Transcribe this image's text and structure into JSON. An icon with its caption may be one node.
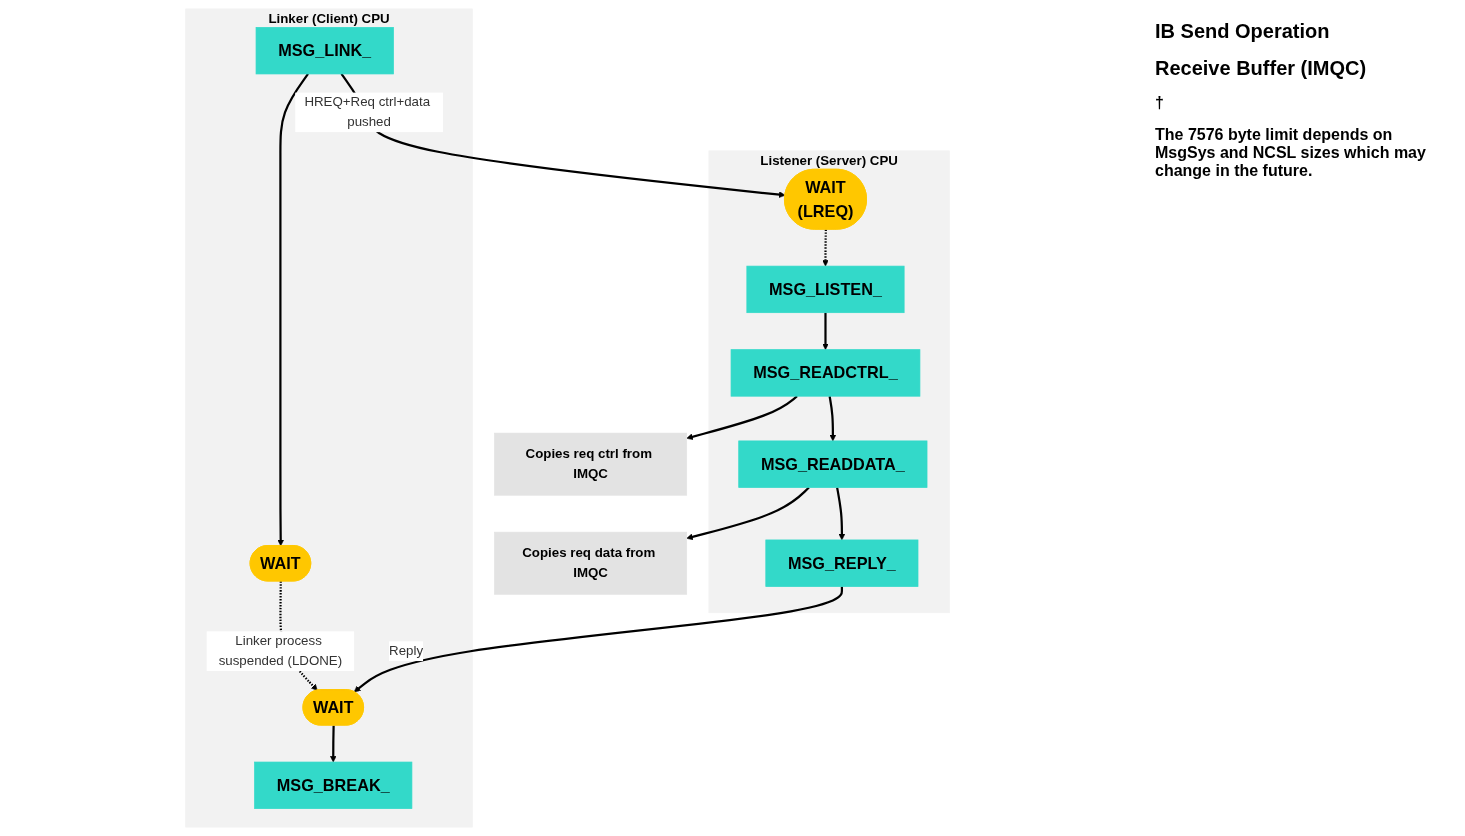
{
  "diagram": {
    "nodes": [
      {
        "text": [
          "Linker (Client) CPU"
        ]
      },
      {
        "text": [
          "MSG_LINK_"
        ],
        "in": 0
      },
      {
        "text": [
          "WAIT"
        ],
        "in": 0
      },
      {
        "text": [
          "WAIT"
        ],
        "in": 0
      },
      {
        "text": [
          "MSG_BREAK_"
        ],
        "in": 0
      },
      {
        "text": [
          "Listener (Server) CPU"
        ]
      },
      {
        "text": [
          "WAIT",
          "(LREQ)"
        ],
        "in": 5
      },
      {
        "text": [
          "MSG_LISTEN_"
        ],
        "in": 5
      },
      {
        "text": [
          "MSG_READCTRL_"
        ],
        "in": 5
      },
      {
        "text": [
          "MSG_READDATA_"
        ],
        "in": 5
      },
      {
        "text": [
          "MSG_REPLY_"
        ],
        "in": 5
      },
      {
        "text": [
          "Copies req ctrl from IMQC"
        ]
      },
      {
        "text": [
          "Copies req data from IMQC"
        ]
      }
    ],
    "edges": [
      {
        "from": 1,
        "to": 2,
        "arrow": "to"
      },
      {
        "from": 2,
        "to": 3,
        "arrow": "to",
        "style": "dashed",
        "label": "Linker process suspended (LDONE)"
      },
      {
        "from": 3,
        "to": 4,
        "arrow": "to"
      },
      {
        "from": 1,
        "to": 6,
        "arrow": "to",
        "label": "HREQ+Req ctrl+data pushed"
      },
      {
        "from": 6,
        "to": 7,
        "arrow": "to",
        "style": "dashed"
      },
      {
        "from": 7,
        "to": 8,
        "arrow": "to"
      },
      {
        "from": 8,
        "to": 9,
        "arrow": "to"
      },
      {
        "from": 9,
        "to": 10,
        "arrow": "to"
      },
      {
        "from": 8,
        "to": 11,
        "arrow": "to"
      },
      {
        "from": 9,
        "to": 12,
        "arrow": "to"
      },
      {
        "from": 10,
        "to": 3,
        "arrow": "to",
        "label": "Reply"
      }
    ],
    "labels": [
      "IB Send Operation",
      "Receive Buffer (IMQC)",
      "†",
      "The 7576 byte limit depends on MsgSys and NCSL sizes which may change in the future."
    ]
  }
}
